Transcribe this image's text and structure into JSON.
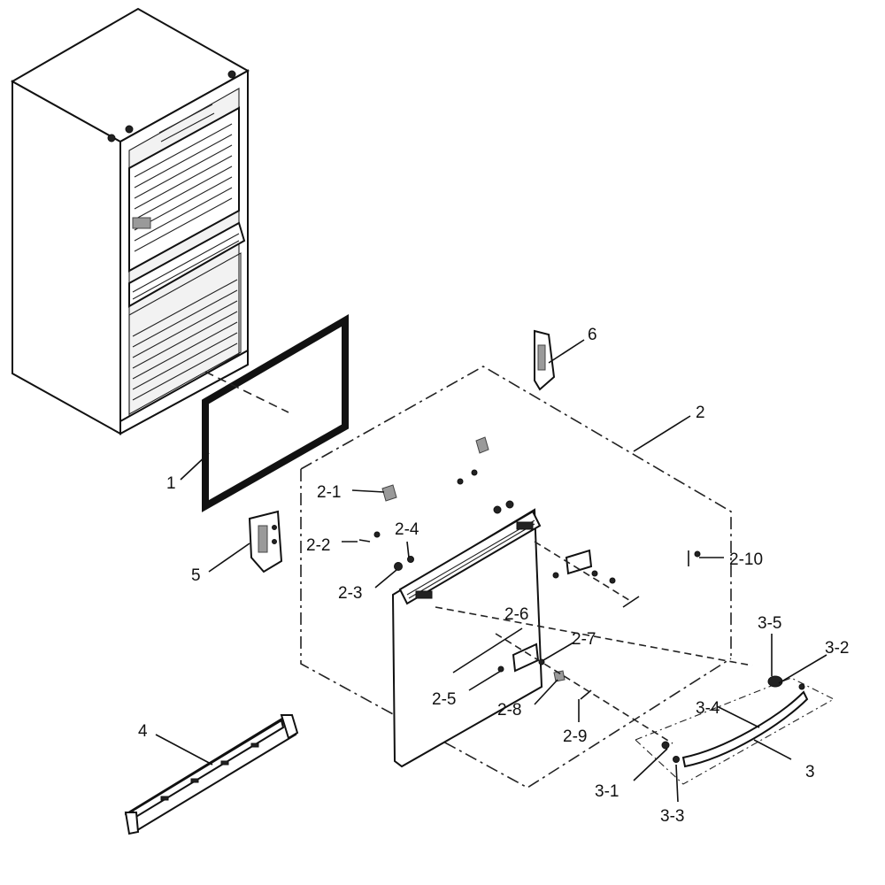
{
  "labels": {
    "p1": "1",
    "p2": "2",
    "p2_1": "2-1",
    "p2_2": "2-2",
    "p2_3": "2-3",
    "p2_4": "2-4",
    "p2_5": "2-5",
    "p2_6": "2-6",
    "p2_7": "2-7",
    "p2_8": "2-8",
    "p2_9": "2-9",
    "p2_10": "2-10",
    "p3": "3",
    "p3_1": "3-1",
    "p3_2": "3-2",
    "p3_3": "3-3",
    "p3_4": "3-4",
    "p3_5": "3-5",
    "p4": "4",
    "p5": "5",
    "p6": "6"
  },
  "colors": {
    "ink": "#111111",
    "shade": "#9a9a9a",
    "background": "#ffffff"
  }
}
